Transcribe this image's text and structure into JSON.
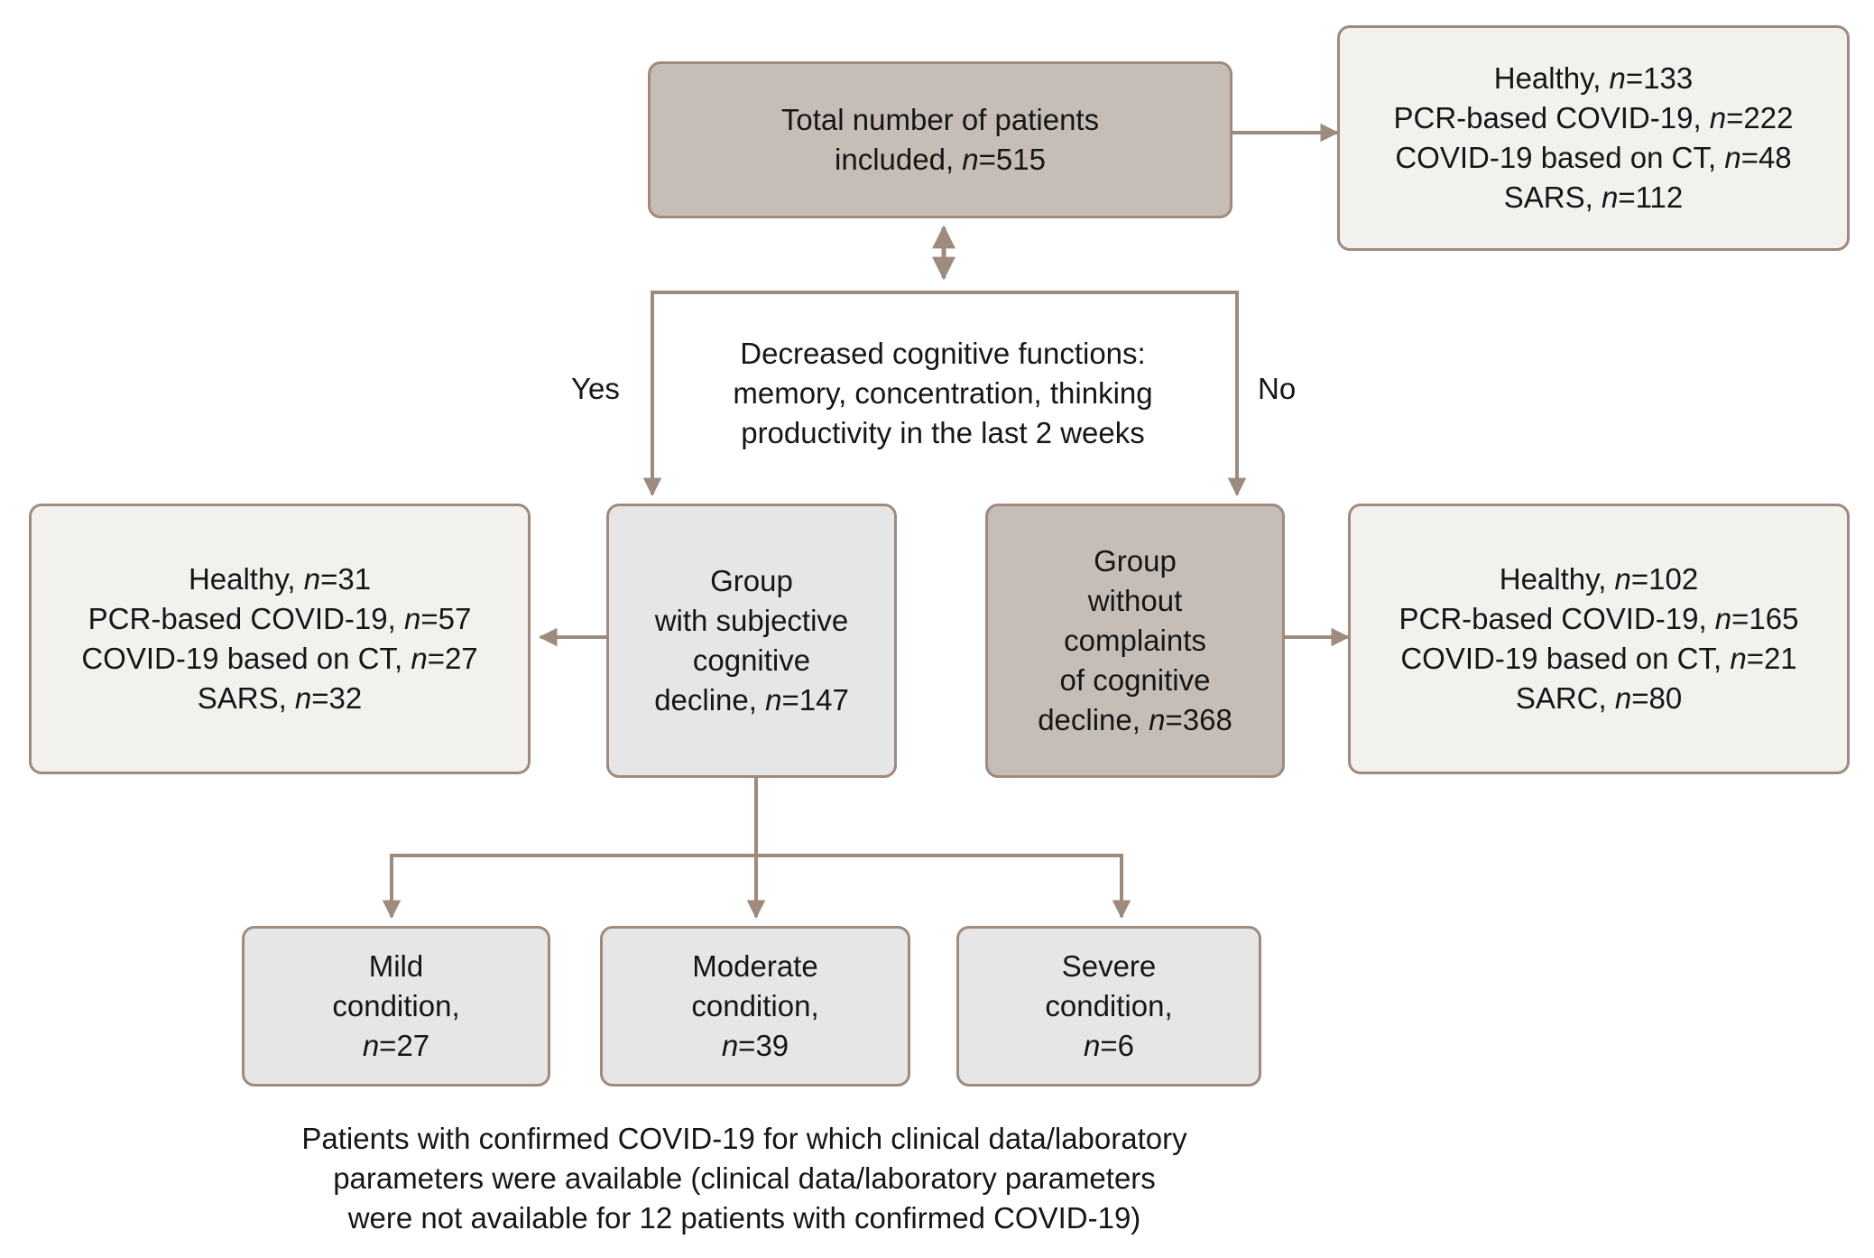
{
  "diagram": {
    "title_top": "Total number of patients\nincluded, n=515",
    "nodes": {
      "total_patients": {
        "label": "Total number of patients\nincluded, n=515",
        "style": "dark"
      },
      "total_breakdown": {
        "label": "Healthy, n=133\nPCR-based COVID-19, n=222\nCOVID-19 based on CT, n=48\nSARS, n=112",
        "style": "offwhite"
      },
      "group_scd": {
        "label": "Group\nwith subjective\ncognitive\ndecline, n=147",
        "style": "gray"
      },
      "group_no_complaints": {
        "label": "Group\nwithout\ncomplaints\nof cognitive\ndecline, n=368",
        "style": "dark"
      },
      "scd_breakdown": {
        "label": "Healthy, n=31\nPCR-based COVID-19, n=57\nCOVID-19 based on CT, n=27\nSARS, n=32",
        "style": "offwhite"
      },
      "no_complaints_breakdown": {
        "label": "Healthy, n=102\nPCR-based COVID-19, n=165\nCOVID-19 based on CT, n=21\nSARC, n=80",
        "style": "offwhite"
      },
      "mild": {
        "label": "Mild\ncondition,\nn=27",
        "style": "gray"
      },
      "moderate": {
        "label": "Moderate\ncondition,\nn=39",
        "style": "gray"
      },
      "severe": {
        "label": "Severe\ncondition,\nn=6",
        "style": "gray"
      }
    },
    "decision": {
      "text": "Decreased cognitive functions:\nmemory, concentration, thinking\nproductivity in the last 2 weeks",
      "yes_label": "Yes",
      "no_label": "No"
    },
    "footnote": "Patients with confirmed COVID-19 for which clinical data/laboratory\nparameters were available (clinical data/laboratory parameters\nwere not available for 12 patients with confirmed COVID-19)",
    "colors": {
      "border": "#9e8b7d",
      "connector": "#9e8b7d",
      "fill_dark": "#c6bdb7",
      "fill_gray": "#e6e6e6",
      "fill_offwhite": "#f3f1ee",
      "text": "#161616",
      "background": "#ffffff"
    }
  }
}
